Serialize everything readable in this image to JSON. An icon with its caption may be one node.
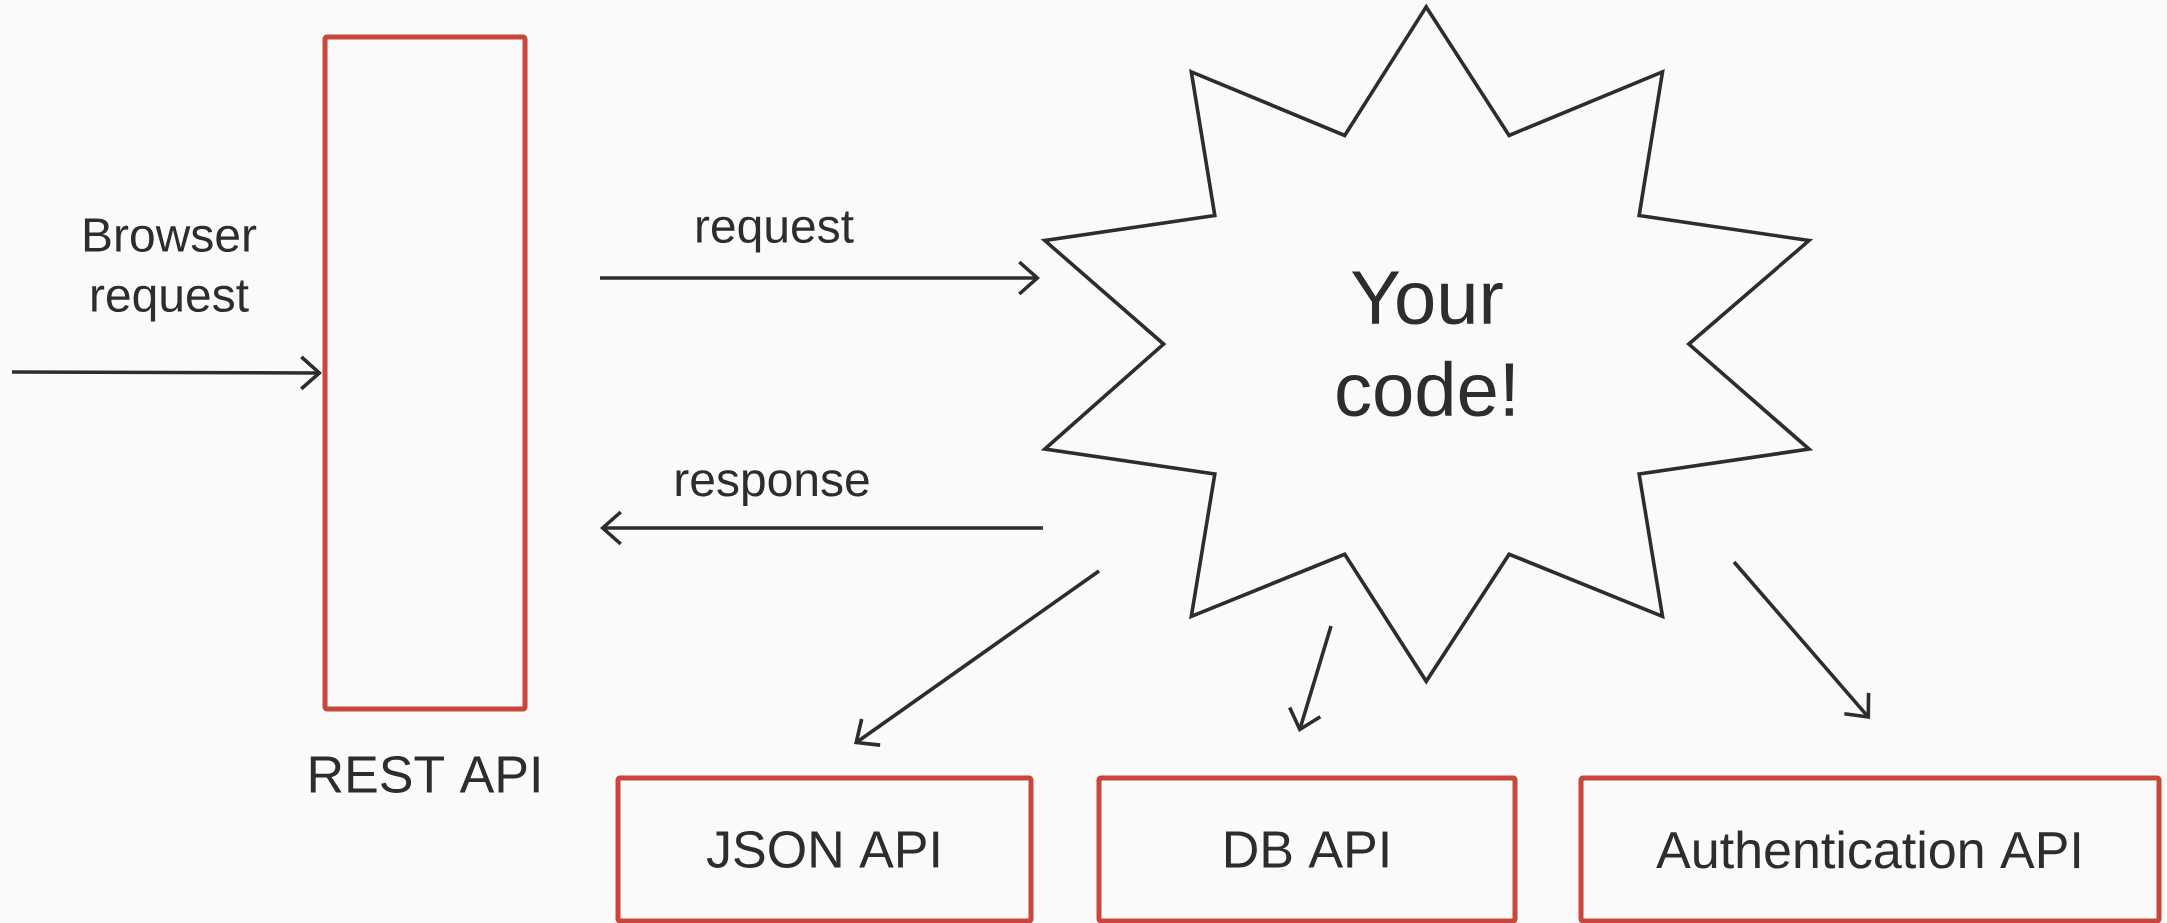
{
  "diagram": {
    "nodes": [
      {
        "text": [
          "REST API"
        ]
      },
      {
        "text": [
          "Your code!"
        ]
      },
      {
        "text": [
          "JSON API"
        ]
      },
      {
        "text": [
          "DB API"
        ]
      },
      {
        "text": [
          "Authentication API"
        ]
      }
    ],
    "edges": [
      {
        "from": null,
        "to": 0,
        "arrow": "to",
        "label": "Browser request"
      },
      {
        "from": 0,
        "to": 1,
        "arrow": "to",
        "label": "request"
      },
      {
        "from": 1,
        "to": 0,
        "arrow": "to",
        "label": "response"
      },
      {
        "from": 1,
        "to": 2,
        "arrow": "to"
      },
      {
        "from": 1,
        "to": 3,
        "arrow": "to"
      },
      {
        "from": 1,
        "to": 4,
        "arrow": "to"
      }
    ]
  }
}
